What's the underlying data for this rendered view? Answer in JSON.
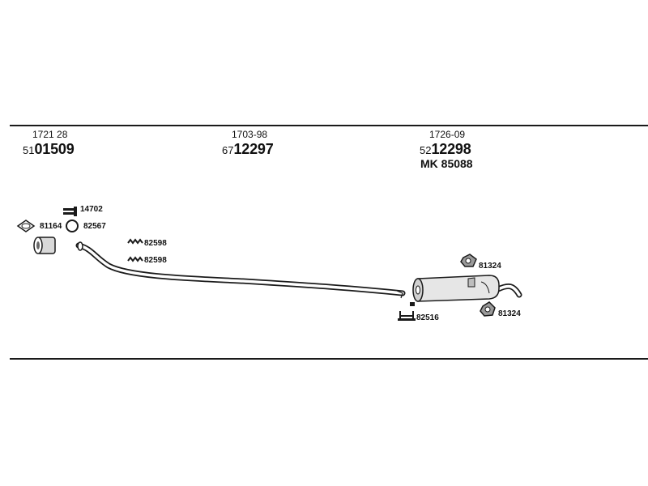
{
  "columns": [
    {
      "ref": "1721 28",
      "code_prefix": "51",
      "code_main": "01509",
      "sub": ""
    },
    {
      "ref": "1703-98",
      "code_prefix": "67",
      "code_main": "12297",
      "sub": ""
    },
    {
      "ref": "1726-09",
      "code_prefix": "52",
      "code_main": "12298",
      "sub": "MK  85088"
    }
  ],
  "parts": {
    "p14702": "14702",
    "p81164": "81164",
    "p82567": "82567",
    "p82598a": "82598",
    "p82598b": "82598",
    "p81324a": "81324",
    "p81324b": "81324",
    "p82516": "82516"
  },
  "colors": {
    "line": "#1a1a1a",
    "part_fill": "#d9d9d9",
    "part_dark": "#6a6a6a"
  }
}
